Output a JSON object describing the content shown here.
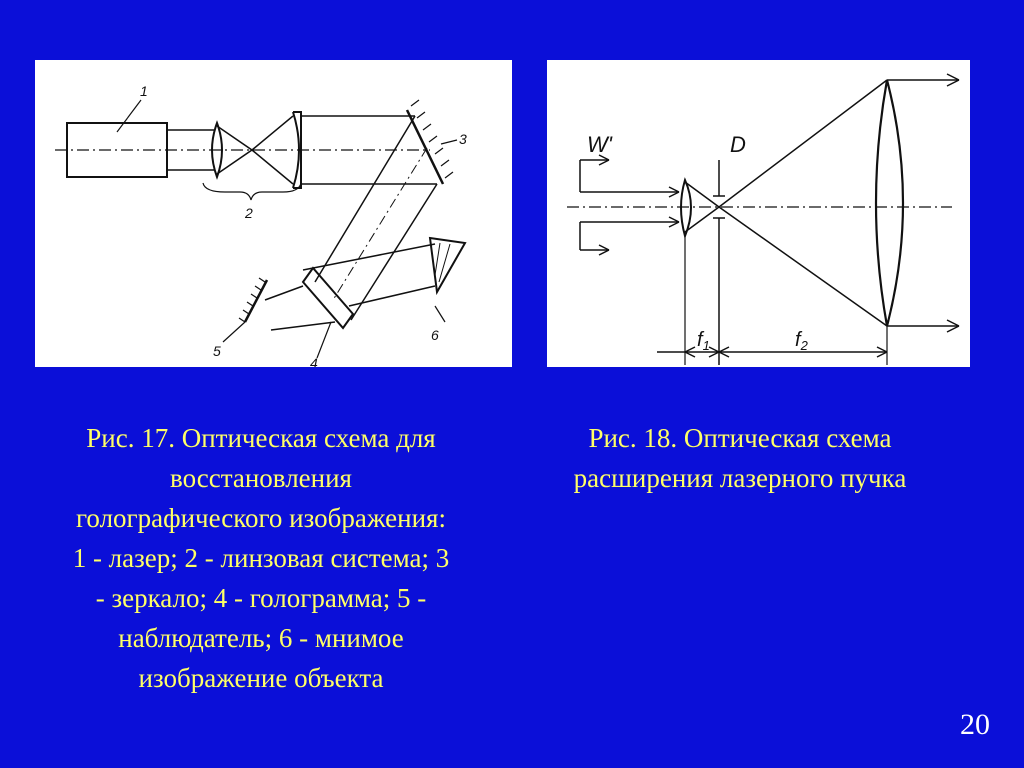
{
  "figure_left": {
    "labels": {
      "laser": "1",
      "lens_system": "2",
      "mirror": "3",
      "hologram": "4",
      "observer": "5",
      "virtual_image": "6"
    },
    "caption_lines": [
      "Рис. 17. Оптическая схема для",
      "восстановления",
      "голографического изображения:",
      "1 - лазер; 2 - линзовая система; 3",
      "- зеркало; 4 - голограмма; 5 -",
      "наблюдатель; 6 - мнимое",
      "изображение объекта"
    ]
  },
  "figure_right": {
    "labels": {
      "wavefront": "W'",
      "diaphragm": "D",
      "focal_1": "f",
      "focal_1_sub": "1",
      "focal_2": "f",
      "focal_2_sub": "2"
    },
    "caption_lines": [
      "Рис. 18. Оптическая схема",
      "расширения лазерного пучка"
    ]
  },
  "slide": {
    "page_number": "20"
  },
  "colors": {
    "background": "#0b0fd8",
    "caption_text": "#ffff66",
    "page_number": "#ffffff",
    "panel": "#ffffff"
  }
}
